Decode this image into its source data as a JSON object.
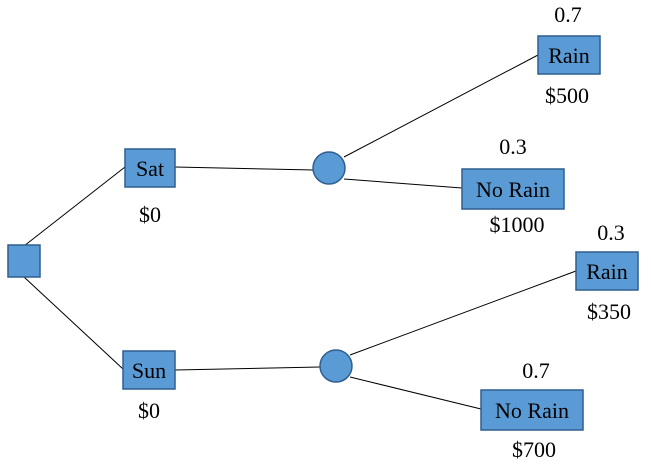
{
  "colors": {
    "node_fill": "#5b9bd5",
    "node_border": "#2f5f8f",
    "edge": "#000000"
  },
  "tree": {
    "decision_node": {
      "shape": "square"
    },
    "branches": [
      {
        "id": "sat",
        "label": "Sat",
        "value": "$0",
        "outcomes": [
          {
            "id": "sat-rain",
            "label": "Rain",
            "probability": "0.7",
            "payoff": "$500"
          },
          {
            "id": "sat-norain",
            "label": "No Rain",
            "probability": "0.3",
            "payoff": "$1000"
          }
        ]
      },
      {
        "id": "sun",
        "label": "Sun",
        "value": "$0",
        "outcomes": [
          {
            "id": "sun-rain",
            "label": "Rain",
            "probability": "0.3",
            "payoff": "$350"
          },
          {
            "id": "sun-norain",
            "label": "No Rain",
            "probability": "0.7",
            "payoff": "$700"
          }
        ]
      }
    ]
  }
}
